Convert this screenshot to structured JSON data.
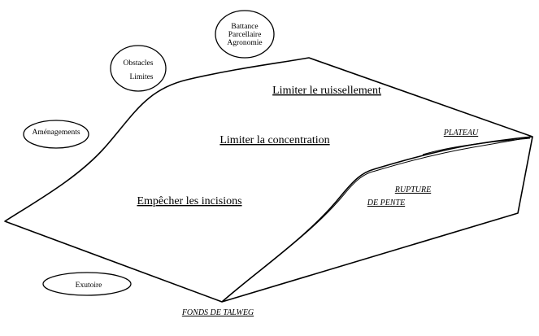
{
  "diagram": {
    "zones": {
      "top": "Limiter le ruissellement",
      "middle": "Limiter la concentration",
      "bottom": "Empêcher les incisions"
    },
    "landform_labels": {
      "plateau": "PLATEAU",
      "rupture_line1": "RUPTURE",
      "rupture_line2": "DE PENTE",
      "fonds": "FONDS DE TALWEG"
    },
    "bubbles": {
      "battance": [
        "Battance",
        "Parcellaire",
        "Agronomie"
      ],
      "obstacles": [
        "Obstacles",
        "Limites"
      ],
      "amenagements": "Aménagements",
      "exutoire": "Exutoire"
    }
  }
}
